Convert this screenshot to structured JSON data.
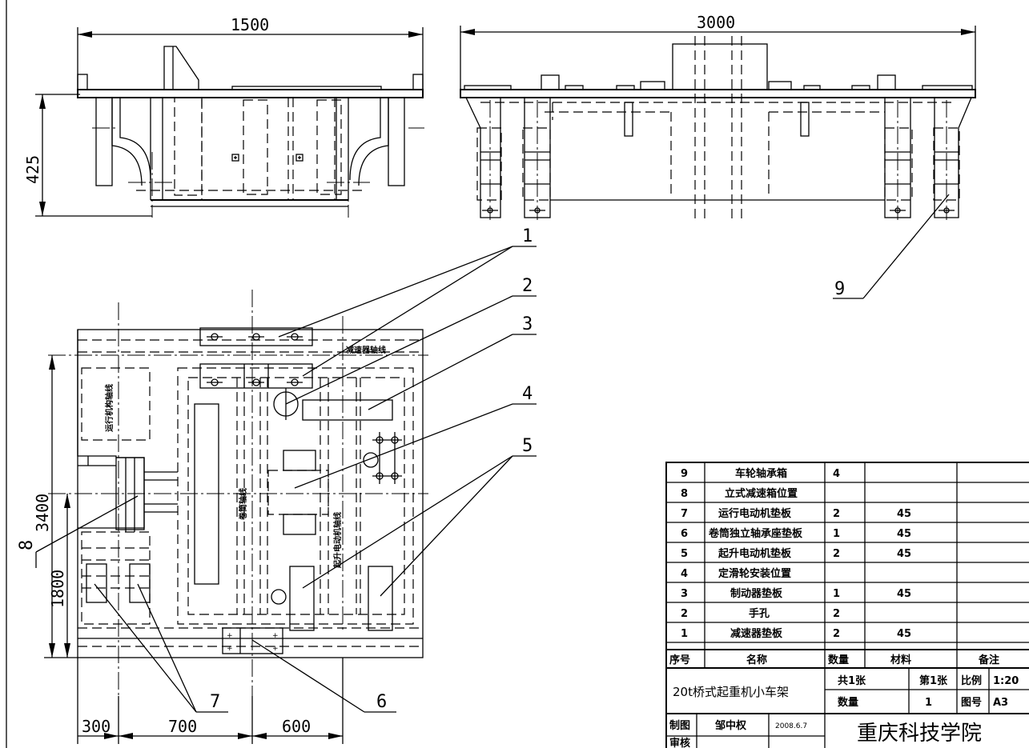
{
  "dimensions": {
    "top_left_width": "1500",
    "top_right_width": "3000",
    "left_height": "425",
    "plan_height": "3400",
    "plan_lower_height": "1800",
    "bottom_a": "300",
    "bottom_b": "700",
    "bottom_c": "600"
  },
  "axis_labels": {
    "reducer_axis": "减速器轴线",
    "travel_axis": "运行机构轴线",
    "drum_axis": "卷筒轴线",
    "hoist_motor_axis": "起升电动机轴线"
  },
  "callouts": [
    "1",
    "2",
    "3",
    "4",
    "5",
    "6",
    "7",
    "8",
    "9"
  ],
  "parts_table": {
    "rows": [
      {
        "no": "9",
        "name": "车轮轴承箱",
        "qty": "4",
        "material": "",
        "note": ""
      },
      {
        "no": "8",
        "name": "立式减速箱位置",
        "qty": "",
        "material": "",
        "note": ""
      },
      {
        "no": "7",
        "name": "运行电动机垫板",
        "qty": "2",
        "material": "45",
        "note": ""
      },
      {
        "no": "6",
        "name": "卷筒独立轴承座垫板",
        "qty": "1",
        "material": "45",
        "note": ""
      },
      {
        "no": "5",
        "name": "起升电动机垫板",
        "qty": "2",
        "material": "45",
        "note": ""
      },
      {
        "no": "4",
        "name": "定滑轮安装位置",
        "qty": "",
        "material": "",
        "note": ""
      },
      {
        "no": "3",
        "name": "制动器垫板",
        "qty": "1",
        "material": "45",
        "note": ""
      },
      {
        "no": "2",
        "name": "手孔",
        "qty": "2",
        "material": "",
        "note": ""
      },
      {
        "no": "1",
        "name": "减速器垫板",
        "qty": "2",
        "material": "45",
        "note": ""
      }
    ],
    "header": {
      "no": "序号",
      "name": "名称",
      "qty": "数量",
      "material": "材料",
      "note": "备注"
    }
  },
  "title_block": {
    "title": "20t桥式起重机小车架",
    "sheets_total": "共1张",
    "sheet_no": "第1张",
    "scale_label": "比例",
    "scale_value": "1:20",
    "qty_label": "数量",
    "qty_value": "1",
    "drawing_no_label": "图号",
    "drawing_no_value": "A3",
    "drawn_label": "制图",
    "drawn_by": "邹中权",
    "drawn_date": "2008.6.7",
    "checked_label": "审核",
    "institution": "重庆科技学院"
  }
}
